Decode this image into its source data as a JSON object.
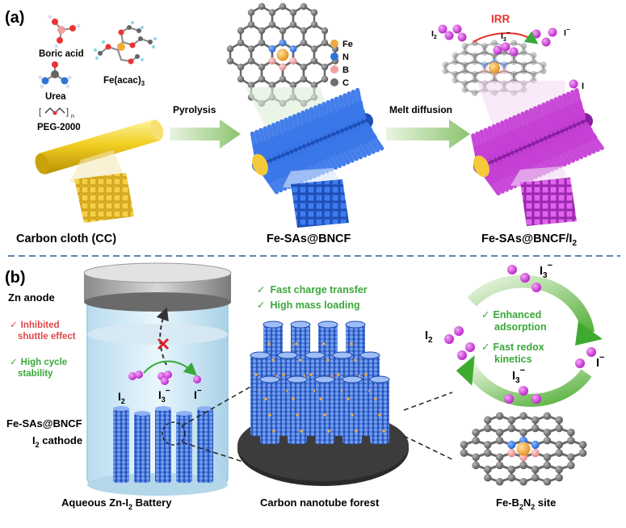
{
  "panel_a": {
    "label": "(a)",
    "precursors": {
      "boric_acid": "Boric acid",
      "urea": "Urea",
      "fe_acac": "Fe(acac)",
      "fe_acac_sub": "3",
      "peg": "PEG-2000",
      "peg_n": "n"
    },
    "step1": "Pyrolysis",
    "step2": "Melt diffusion",
    "caption_cc": "Carbon cloth (CC)",
    "caption_bncf": "Fe-SAs@BNCF",
    "caption_bncf_i2_main": "Fe-SAs@BNCF/I",
    "caption_bncf_i2_sub": "2",
    "legend": [
      {
        "label": "Fe",
        "color": "#f2a93b"
      },
      {
        "label": "N",
        "color": "#2f74d6"
      },
      {
        "label": "B",
        "color": "#f0a0a0"
      },
      {
        "label": "C",
        "color": "#6e6e6e"
      }
    ],
    "irr": {
      "title": "IRR",
      "i2": "I",
      "i2_sub": "2",
      "i3": "I",
      "i3_sub": "3",
      "i3_sup": "−",
      "iminus": "I",
      "iminus_sup": "−",
      "i_atom": "I"
    }
  },
  "panel_b": {
    "label": "(b)",
    "zn_anode": "Zn anode",
    "inhibited_line1": "Inhibited",
    "inhibited_line2": "shuttle effect",
    "high_cycle_line1": "High cycle",
    "high_cycle_line2": "stability",
    "check": "✓",
    "battery_i2": "I",
    "battery_i2_sub": "2",
    "battery_i3": "I",
    "battery_i3_sub": "3",
    "battery_i3_sup": "−",
    "battery_iminus": "I",
    "battery_iminus_sup": "−",
    "cathode_line1": "Fe-SAs@BNCF",
    "cathode_line2_main": "I",
    "cathode_line2_sub": "2",
    "cathode_line2_rest": " cathode",
    "forest_points": [
      "Fast charge transfer",
      "High mass loading"
    ],
    "cycle_points": [
      "Enhanced",
      "adsorption",
      "Fast redox",
      "kinetics"
    ],
    "cycle_i3_top": "I",
    "cycle_i3_top_sub": "3",
    "cycle_i3_top_sup": "−",
    "cycle_i3_bottom": "I",
    "cycle_i3_bottom_sub": "3",
    "cycle_i3_bottom_sup": "−",
    "cycle_i2": "I",
    "cycle_i2_sub": "2",
    "cycle_iminus": "I",
    "cycle_iminus_sup": "−",
    "caption_battery_main": "Aqueous Zn-I",
    "caption_battery_sub": "2",
    "caption_battery_rest": " Battery",
    "caption_forest": "Carbon nanotube forest",
    "caption_site_main": "Fe-B",
    "caption_site_sub1": "2",
    "caption_site_mid": "N",
    "caption_site_sub2": "2",
    "caption_site_rest": " site"
  },
  "colors": {
    "green_text": "#3aa83a",
    "red_text": "#e0464b",
    "irr_red": "#e4312b",
    "iodine": "#d23bd6",
    "tube_blue": "#2f6fe0",
    "cc_yellow": "#e8c21a"
  }
}
